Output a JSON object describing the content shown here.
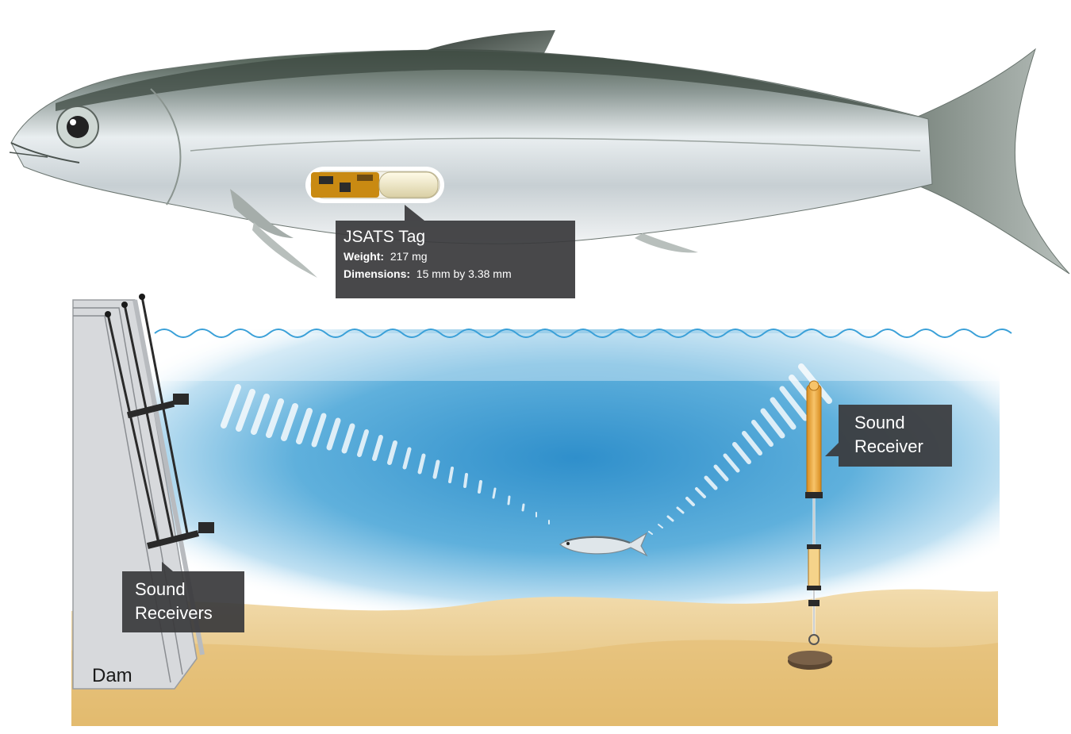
{
  "tag_callout": {
    "title": "JSATS Tag",
    "weight_label": "Weight:",
    "weight_value": "217 mg",
    "dimensions_label": "Dimensions:",
    "dimensions_value": "15 mm by 3.38 mm"
  },
  "right_receiver": {
    "line1": "Sound",
    "line2": "Receiver"
  },
  "left_receivers": {
    "line1": "Sound",
    "line2": "Receivers"
  },
  "dam_label": "Dam",
  "colors": {
    "water": "#4aa3d6",
    "water_surface": "#3aa0d8",
    "sand": "#e6c27e",
    "callout": "#3a3a3c",
    "receiver": "#f0a93a",
    "dam": "#d7d9dc"
  }
}
